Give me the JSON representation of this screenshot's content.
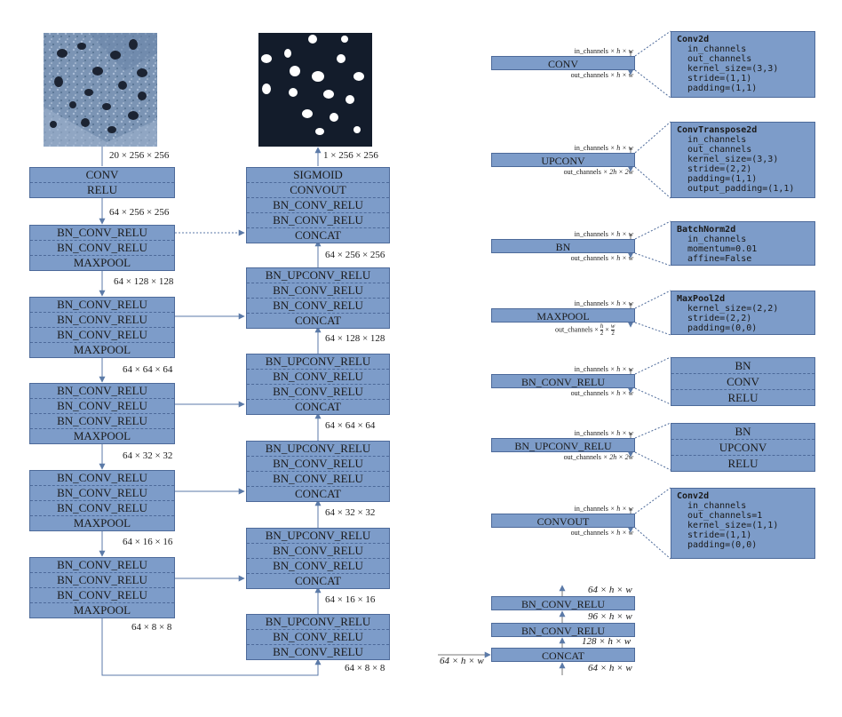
{
  "colors": {
    "block": "#7d9cc9",
    "border": "#4d6a9a",
    "arrow": "#5b7aa8",
    "dotted": "#4d6a9a"
  },
  "images": {
    "input_name": "input-image",
    "output_name": "output-mask"
  },
  "encoder": {
    "input_dim": "20 × 256 × 256",
    "blocks": [
      {
        "rows": [
          "CONV",
          "RELU"
        ],
        "out": "64 × 256 × 256"
      },
      {
        "rows": [
          "BN_CONV_RELU",
          "BN_CONV_RELU",
          "MAXPOOL"
        ],
        "out": "64 × 128 × 128"
      },
      {
        "rows": [
          "BN_CONV_RELU",
          "BN_CONV_RELU",
          "BN_CONV_RELU",
          "MAXPOOL"
        ],
        "out": "64 × 64 × 64"
      },
      {
        "rows": [
          "BN_CONV_RELU",
          "BN_CONV_RELU",
          "BN_CONV_RELU",
          "MAXPOOL"
        ],
        "out": "64 × 32 × 32"
      },
      {
        "rows": [
          "BN_CONV_RELU",
          "BN_CONV_RELU",
          "BN_CONV_RELU",
          "MAXPOOL"
        ],
        "out": "64 × 16 × 16"
      },
      {
        "rows": [
          "BN_CONV_RELU",
          "BN_CONV_RELU",
          "BN_CONV_RELU",
          "MAXPOOL"
        ],
        "out": "64 × 8 × 8"
      }
    ]
  },
  "decoder": {
    "output_dim": "1 × 256 × 256",
    "blocks": [
      {
        "rows": [
          "SIGMOID",
          "CONVOUT",
          "BN_CONV_RELU",
          "BN_CONV_RELU",
          "CONCAT"
        ],
        "in": "64 × 256 × 256"
      },
      {
        "rows": [
          "BN_UPCONV_RELU",
          "BN_CONV_RELU",
          "BN_CONV_RELU",
          "CONCAT"
        ],
        "in": "64 × 128 × 128"
      },
      {
        "rows": [
          "BN_UPCONV_RELU",
          "BN_CONV_RELU",
          "BN_CONV_RELU",
          "CONCAT"
        ],
        "in": "64 × 64 × 64"
      },
      {
        "rows": [
          "BN_UPCONV_RELU",
          "BN_CONV_RELU",
          "BN_CONV_RELU",
          "CONCAT"
        ],
        "in": "64 × 32 × 32"
      },
      {
        "rows": [
          "BN_UPCONV_RELU",
          "BN_CONV_RELU",
          "BN_CONV_RELU",
          "CONCAT"
        ],
        "in": "64 × 16 × 16"
      },
      {
        "rows": [
          "BN_UPCONV_RELU",
          "BN_CONV_RELU",
          "BN_CONV_RELU"
        ],
        "in": "64 × 8 × 8"
      }
    ]
  },
  "legend": {
    "conv": {
      "name": "CONV",
      "in": "in_channels",
      "out": "out_channels",
      "in_dims": "× h × w",
      "out_dims": "× h × w",
      "title": "Conv2d",
      "lines": [
        "in_channels",
        "out_channels",
        "kernel_size=(3,3)",
        "stride=(1,1)",
        "padding=(1,1)"
      ]
    },
    "upconv": {
      "name": "UPCONV",
      "in": "in_channels",
      "out": "out_channels",
      "in_dims": "× h × w",
      "out_dims": "× 2h × 2w",
      "title": "ConvTranspose2d",
      "lines": [
        "in_channels",
        "out_channels",
        "kernel_size=(3,3)",
        "stride=(2,2)",
        "padding=(1,1)",
        "output_padding=(1,1)"
      ]
    },
    "bn": {
      "name": "BN",
      "in": "in_channels",
      "out": "out_channels",
      "in_dims": "× h × w",
      "out_dims": "× h × w",
      "title": "BatchNorm2d",
      "lines": [
        "in_channels",
        "momentum=0.01",
        "affine=False"
      ]
    },
    "maxpool": {
      "name": "MAXPOOL",
      "in": "in_channels",
      "out": "out_channels",
      "in_dims": "× h × w",
      "out_h": "h",
      "out_w": "w",
      "out_den": "2",
      "title": "MaxPool2d",
      "lines": [
        "kernel_size=(2,2)",
        "stride=(2,2)",
        "padding=(0,0)"
      ]
    },
    "bn_conv_relu": {
      "name": "BN_CONV_RELU",
      "in": "in_channels",
      "out": "out_channels",
      "in_dims": "× h × w",
      "out_dims": "× h × w",
      "rows": [
        "BN",
        "CONV",
        "RELU"
      ]
    },
    "bn_upconv_relu": {
      "name": "BN_UPCONV_RELU",
      "in": "in_channels",
      "out": "out_channels",
      "in_dims": "× h × w",
      "out_dims": "× 2h × 2w",
      "rows": [
        "BN",
        "UPCONV",
        "RELU"
      ]
    },
    "convout": {
      "name": "CONVOUT",
      "in": "in_channels",
      "out": "out_channels",
      "in_dims": "× h × w",
      "out_dims": "× h × w",
      "title": "Conv2d",
      "lines": [
        "in_channels",
        "out_channels=1",
        "kernel_size=(1,1)",
        "stride=(1,1)",
        "padding=(0,0)"
      ]
    },
    "concat": {
      "top": "64 × h × w",
      "mid": "96 × h × w",
      "low": "128 × h × w",
      "bottom": "64 × h × w",
      "side": "64 × h × w",
      "rows": [
        "BN_CONV_RELU",
        "BN_CONV_RELU",
        "CONCAT"
      ]
    }
  }
}
